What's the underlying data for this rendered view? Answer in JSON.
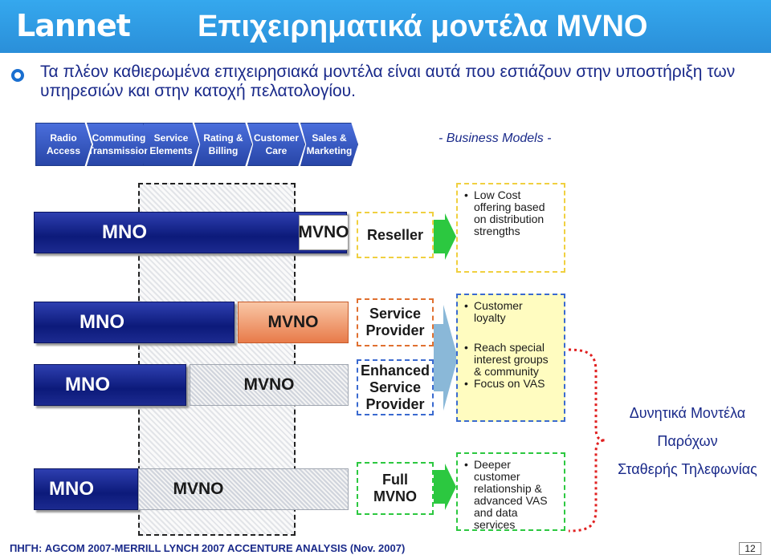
{
  "header": {
    "logo": "Lannet",
    "title": "Επιχειρηματικά μοντέλα MVNO"
  },
  "intro": "Τα πλέον καθιερωμένα επιχειρησιακά μοντέλα είναι αυτά που εστιάζουν στην υποστήριξη των υπηρεσιών και στην κατοχή πελατολογίου.",
  "value_chain": [
    {
      "line1": "Radio",
      "line2": "Access"
    },
    {
      "line1": "Commuting",
      "line2": "Transmission"
    },
    {
      "line1": "Service",
      "line2": "Elements"
    },
    {
      "line1": "Rating &",
      "line2": "Billing"
    },
    {
      "line1": "Customer",
      "line2": "Care"
    },
    {
      "line1": "Sales &",
      "line2": "Marketing"
    }
  ],
  "business_models_label": "- Business Models -",
  "rows": {
    "reseller": {
      "mno": "MNO",
      "mvno": "MVNO",
      "model": "Reseller",
      "desc": [
        "Low Cost offering based on distribution strengths"
      ]
    },
    "service_provider": {
      "mno": "MNO",
      "mvno": "MVNO",
      "model_line1": "Service",
      "model_line2": "Provider",
      "desc": [
        "Customer loyalty"
      ]
    },
    "enhanced": {
      "mno": "MNO",
      "mvno": "MVNO",
      "model_line1": "Enhanced",
      "model_line2": "Service",
      "model_line3": "Provider",
      "desc": [
        "Reach special interest groups & community",
        "Focus on VAS"
      ]
    },
    "full": {
      "mno": "MNO",
      "mvno": "MVNO",
      "model_line1": "Full",
      "model_line2": "MVNO",
      "desc": [
        "Deeper customer relationship & advanced VAS and  data services"
      ]
    }
  },
  "side_label": [
    "Δυνητικά Μοντέλα",
    "Παρόχων",
    "Σταθερής Τηλεφωνίας"
  ],
  "source": "ΠΗΓΗ: AGCOM 2007-MERRILL LYNCH 2007 ACCENTURE ANALYSIS (Nov. 2007)",
  "page_number": "12",
  "colors": {
    "header": "#35a8ee",
    "mno": "#0c1a7a",
    "text_blue": "#1a2a8a",
    "green": "#2cc840",
    "highlight": "#fffcc0"
  }
}
